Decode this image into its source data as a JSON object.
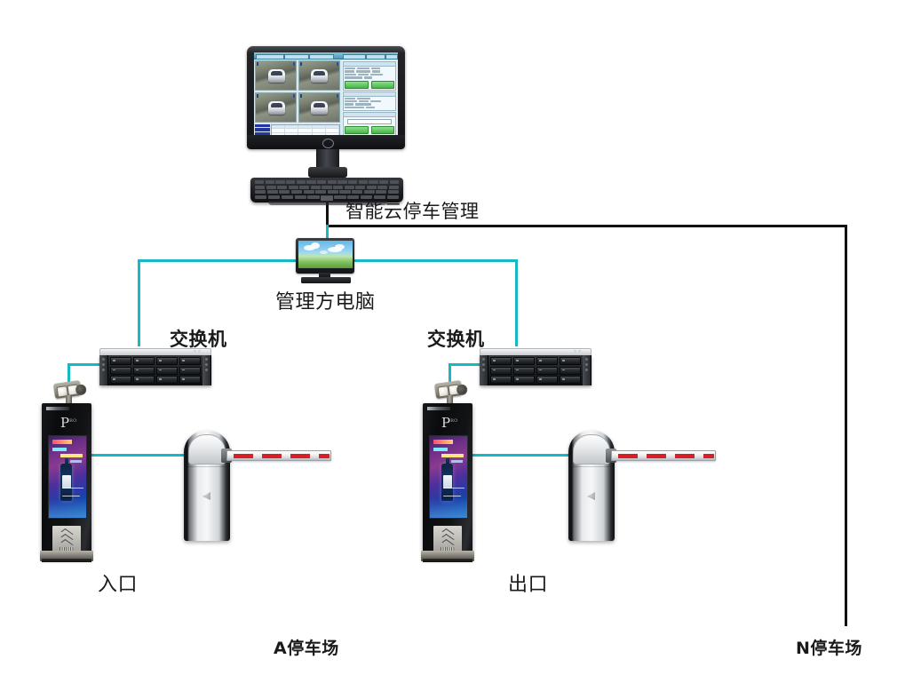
{
  "diagram": {
    "title": "智能云停车管理",
    "management_pc_label": "管理方电脑",
    "switch_label_left": "交换机",
    "switch_label_right": "交换机",
    "entrance_label": "入口",
    "exit_label": "出口",
    "lot_a_label": "A停车场",
    "lot_n_label": "N停车场"
  },
  "colors": {
    "network_link": "#16b8c4",
    "trunk_link": "#111111",
    "kiosk_body": "#121315",
    "boom_stripe": "#d81f26",
    "screen_accent": "#46b446"
  },
  "nodes": {
    "cloud_server": {
      "name": "智能云停车管理",
      "device": "desktop-monitor",
      "software": {
        "camera_views": 4,
        "vehicle_color": "white",
        "action_buttons": 6,
        "table_rows": 5
      }
    },
    "management_pc": {
      "name": "管理方电脑",
      "device": "monitor-keyboard"
    },
    "switch_left": {
      "name": "交换机",
      "device": "rack-switch",
      "bays": 12
    },
    "switch_right": {
      "name": "交换机",
      "device": "rack-switch",
      "bays": 12
    },
    "entry_kiosk": {
      "name": "入口",
      "device": "lpr-kiosk",
      "has_camera": "true",
      "has_lcd": "true"
    },
    "exit_kiosk": {
      "name": "出口",
      "device": "lpr-kiosk",
      "has_camera": "true",
      "has_lcd": "true"
    },
    "entry_barrier": {
      "name": "入口道闸",
      "device": "barrier-gate"
    },
    "exit_barrier": {
      "name": "出口道闸",
      "device": "barrier-gate"
    },
    "lot_a": {
      "name": "A停车场"
    },
    "lot_n": {
      "name": "N停车场"
    }
  }
}
